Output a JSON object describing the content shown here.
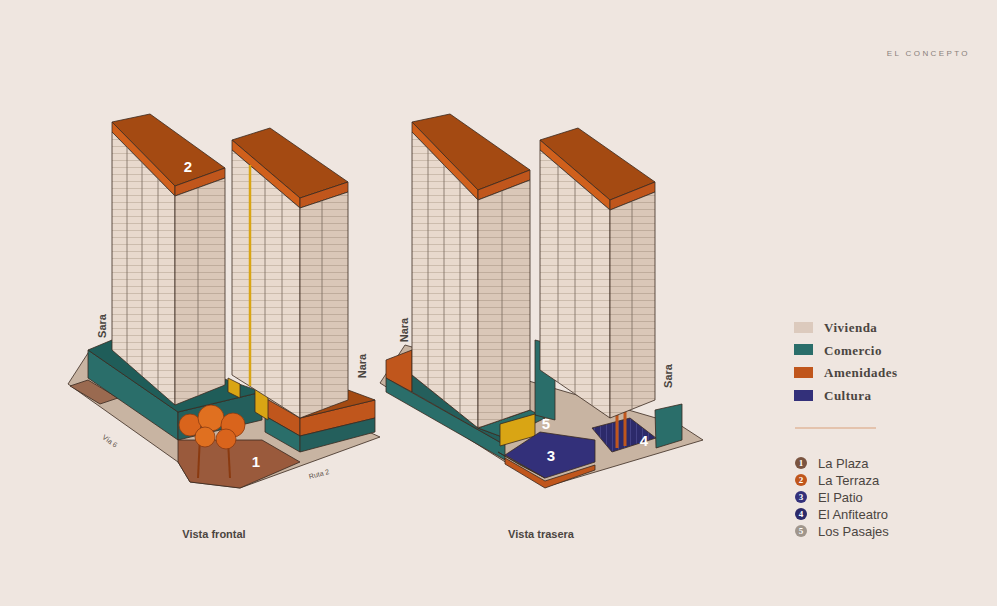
{
  "diagram": {
    "labels": [
      "EL CONCEPTO",
      "2",
      "Sara",
      "Nara",
      "1",
      "Vía 6",
      "Ruta 2",
      "Vista frontal",
      "Nara",
      "Sara",
      "5",
      "3",
      "4",
      "Vista trasera",
      "1",
      "2",
      "3",
      "4",
      "5"
    ],
    "legend": [
      {
        "text": "Vivienda",
        "color": "#dccabd"
      },
      {
        "text": "Comercio",
        "color": "#2a6e6a"
      },
      {
        "text": "Amenidades",
        "color": "#c0561c"
      },
      {
        "text": "Cultura",
        "color": "#33307a"
      },
      {
        "text": "La Plaza",
        "color": "#7a5440"
      },
      {
        "text": "La Terraza",
        "color": "#c0561c"
      },
      {
        "text": "El Patio",
        "color": "#33307a"
      },
      {
        "text": "El Anfiteatro",
        "color": "#2c2a6a"
      },
      {
        "text": "Los Pasajes",
        "color": "#a0968c"
      }
    ]
  }
}
